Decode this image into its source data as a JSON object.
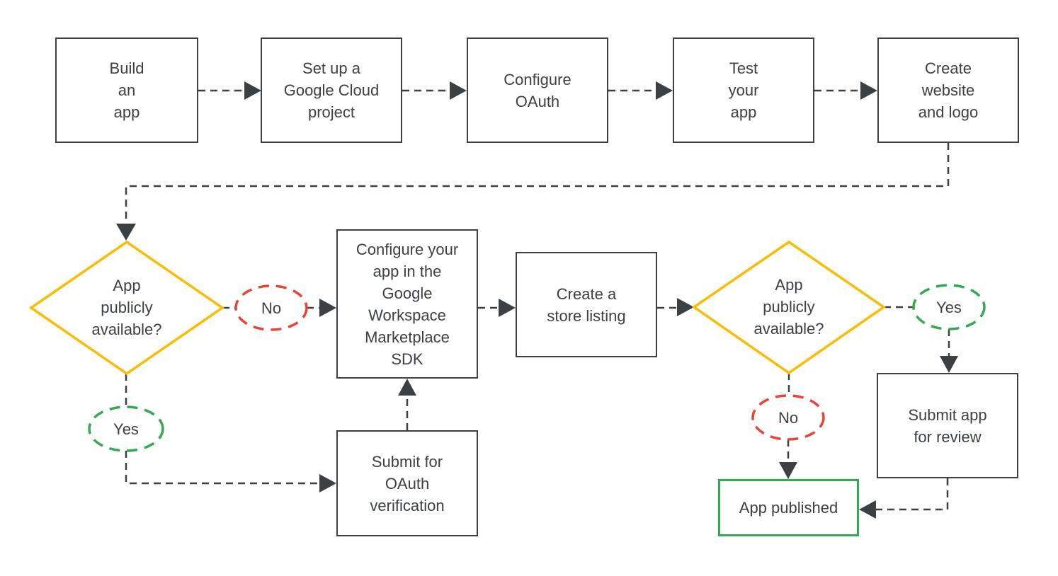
{
  "diagram_title": "Google Workspace Marketplace app publishing flowchart",
  "colors": {
    "outline_gray": "#3c4043",
    "decision_yellow": "#fbbc04",
    "yes_green": "#34a853",
    "no_red": "#ea4335",
    "published_green": "#34a853"
  },
  "nodes": {
    "build": {
      "label": "Build\nan\napp"
    },
    "cloud": {
      "label": "Set up a\nGoogle Cloud\nproject"
    },
    "oauth": {
      "label": "Configure\nOAuth"
    },
    "test": {
      "label": "Test\nyour\napp"
    },
    "website": {
      "label": "Create\nwebsite\nand logo"
    },
    "decision1": {
      "label": "App\npublicly\navailable?"
    },
    "no1": {
      "label": "No"
    },
    "sdk": {
      "label": "Configure your\napp in the\nGoogle\nWorkspace\nMarketplace\nSDK"
    },
    "store": {
      "label": "Create a\nstore listing"
    },
    "decision2": {
      "label": "App\npublicly\navailable?"
    },
    "yes2": {
      "label": "Yes"
    },
    "review": {
      "label": "Submit app\nfor review"
    },
    "no2": {
      "label": "No"
    },
    "published": {
      "label": "App published"
    },
    "yes1": {
      "label": "Yes"
    },
    "verify": {
      "label": "Submit for\nOAuth\nverification"
    }
  }
}
